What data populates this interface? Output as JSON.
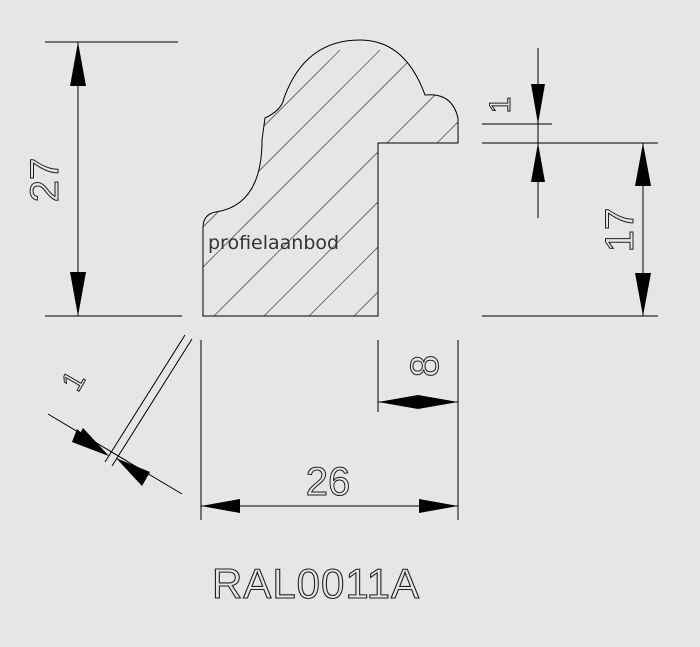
{
  "dimensions": {
    "height_total": "27",
    "height_step": "1",
    "height_rebate": "17",
    "width_total": "26",
    "width_rebate": "8",
    "chamfer": "1"
  },
  "watermark": "profielaanbod",
  "profile_code": "RAL0011A"
}
